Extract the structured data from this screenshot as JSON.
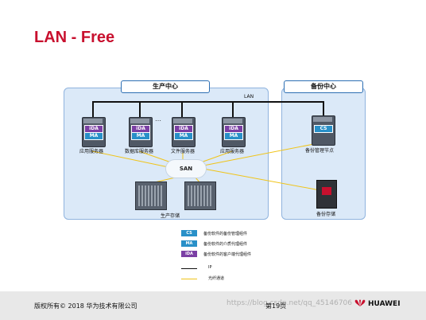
{
  "slide": {
    "title": "LAN - Free",
    "production_center": "生产中心",
    "backup_center": "备份中心",
    "lan_label": "LAN",
    "san_label": "SAN",
    "servers": [
      {
        "label": "应用服务器",
        "badges": [
          "iDA",
          "MA"
        ]
      },
      {
        "label": "数据库服务器",
        "badges": [
          "iDA",
          "MA"
        ]
      },
      {
        "label": "文件服务器",
        "badges": [
          "iDA",
          "MA"
        ]
      },
      {
        "label": "应用服务器",
        "badges": [
          "iDA",
          "MA"
        ]
      }
    ],
    "dots": "…",
    "backup_node": {
      "label": "备份管理节点",
      "badge": "CS"
    },
    "production_storage": "生产存储",
    "backup_storage": "备份存储",
    "legend": {
      "cs": {
        "badge": "CS",
        "text": "备份软件的备份管理组件"
      },
      "ma": {
        "badge": "MA",
        "text": "备份软件的介质代理组件"
      },
      "ida": {
        "badge": "iDA",
        "text": "备份软件的客户端代理组件"
      },
      "ip": "IP",
      "fiber": "光纤通道"
    },
    "colors": {
      "title": "#c8102e",
      "ida": "#7b3fa4",
      "ma": "#2990c8",
      "fiber": "#f0c419"
    }
  },
  "footer": {
    "copyright": "版权所有© 2018 华为技术有限公司",
    "page": "第19页",
    "watermark": "https://blog.csdn.net/qq_45146706",
    "brand": "HUAWEI"
  }
}
